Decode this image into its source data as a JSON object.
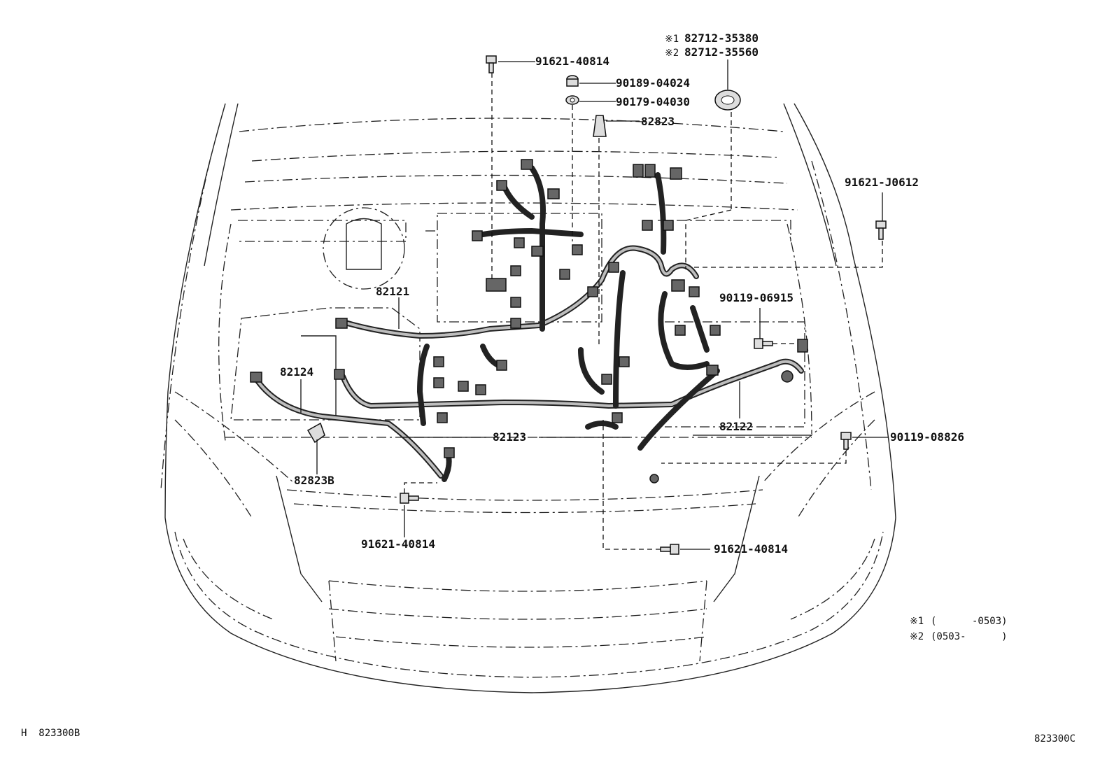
{
  "diagram": {
    "callouts": {
      "bolt_top": "91621-40814",
      "washer": "90189-04024",
      "nut": "90179-04030",
      "clip": "82823",
      "grommet_1": "82712-35380",
      "grommet_2": "82712-35560",
      "grommet_1_mark": "※1",
      "grommet_2_mark": "※2",
      "bolt_right": "91621-J0612",
      "harness_engine": "82121",
      "bolt_mid_right": "90119-06915",
      "harness_battery": "82124",
      "harness_main": "82123",
      "harness_right": "82122",
      "bolt_lower_right": "90119-08826",
      "clip_b": "82823B",
      "bolt_lower_left": "91621-40814",
      "bolt_bottom_right": "91621-40814"
    },
    "notes": {
      "note_1_mark": "※1",
      "note_1_range": "(      -0503)",
      "note_2_mark": "※2",
      "note_2_range": "(0503-      )"
    },
    "refs": {
      "left": "H  823300B",
      "right": "823300C"
    }
  }
}
